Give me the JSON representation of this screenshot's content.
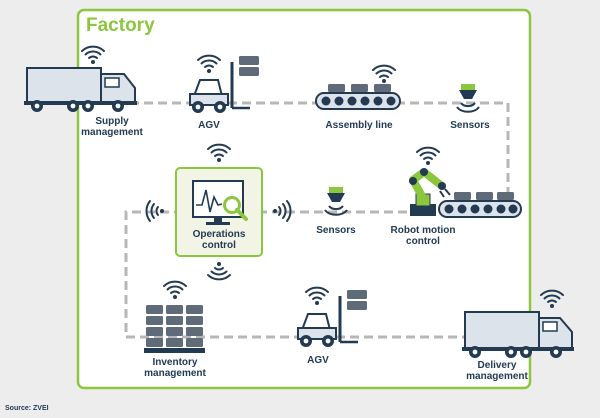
{
  "title": "Factory",
  "source": "Source: ZVEI",
  "labels": {
    "supply": "Supply\nmanagement",
    "agv_top": "AGV",
    "assembly": "Assembly line",
    "sensors_top": "Sensors",
    "operations": "Operations\ncontrol",
    "sensors_mid": "Sensors",
    "robot": "Robot motion\ncontrol",
    "inventory": "Inventory\nmanagement",
    "agv_bottom": "AGV",
    "delivery": "Delivery\nmanagement"
  },
  "colors": {
    "frame": "#8cc63f",
    "ink": "#223a52",
    "truck_fill": "#dde3ea",
    "panel_fill": "#f2f5e6",
    "robot_green": "#8cc63f",
    "path": "#b7b7b7"
  },
  "icons": [
    "wifi-icon",
    "truck-icon",
    "forklift-icon",
    "conveyor-icon",
    "sensor-icon",
    "monitor-icon",
    "robot-arm-icon",
    "pallet-stack-icon"
  ]
}
